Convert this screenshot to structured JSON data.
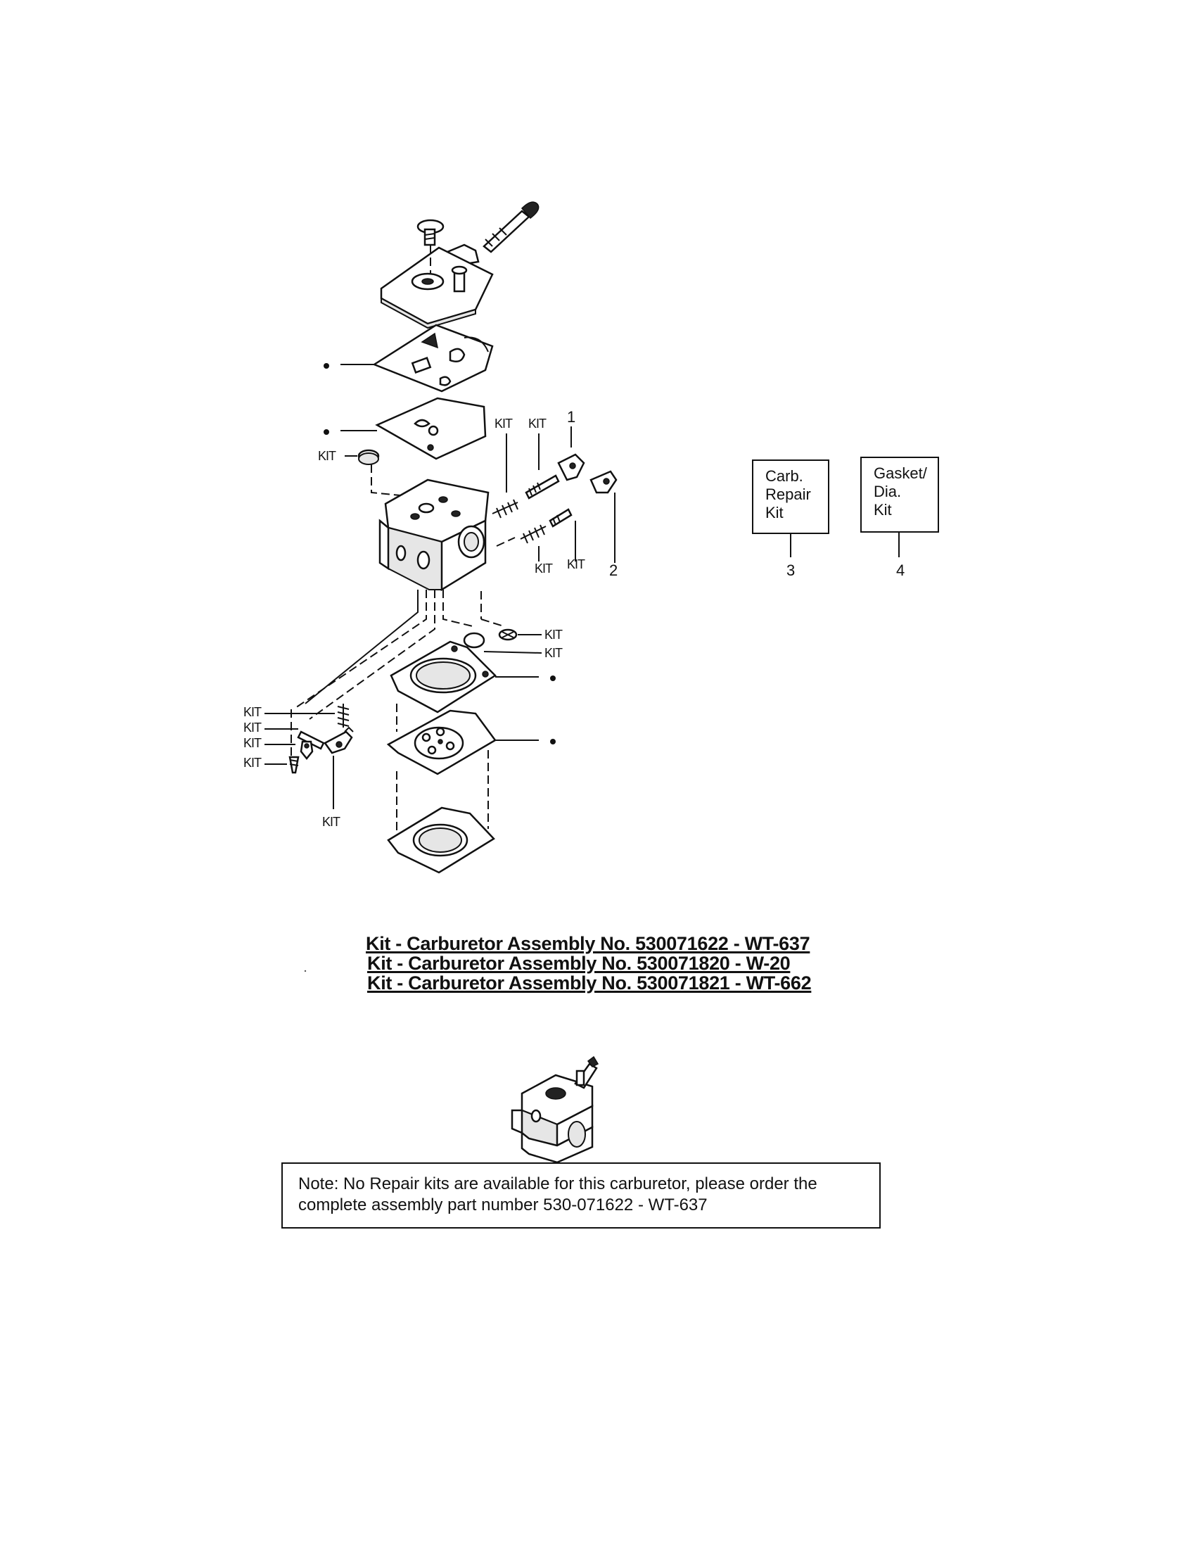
{
  "callouts": {
    "kit": "KIT",
    "n1": "1",
    "n2": "2",
    "n3": "3",
    "n4": "4"
  },
  "kit_boxes": [
    {
      "lines": [
        "Carb.",
        "Repair",
        "Kit"
      ]
    },
    {
      "lines": [
        "Gasket/",
        "Dia.",
        "Kit"
      ]
    }
  ],
  "titles": [
    "Kit - Carburetor Assembly No. 530071622 - WT-637",
    "Kit - Carburetor Assembly No. 530071820 - W-20",
    "Kit - Carburetor Assembly No. 530071821 - WT-662"
  ],
  "note": {
    "line1": "Note: No Repair kits are available for this carburetor, please order the",
    "line2": "complete assembly part number 530-071622 - WT-637"
  }
}
